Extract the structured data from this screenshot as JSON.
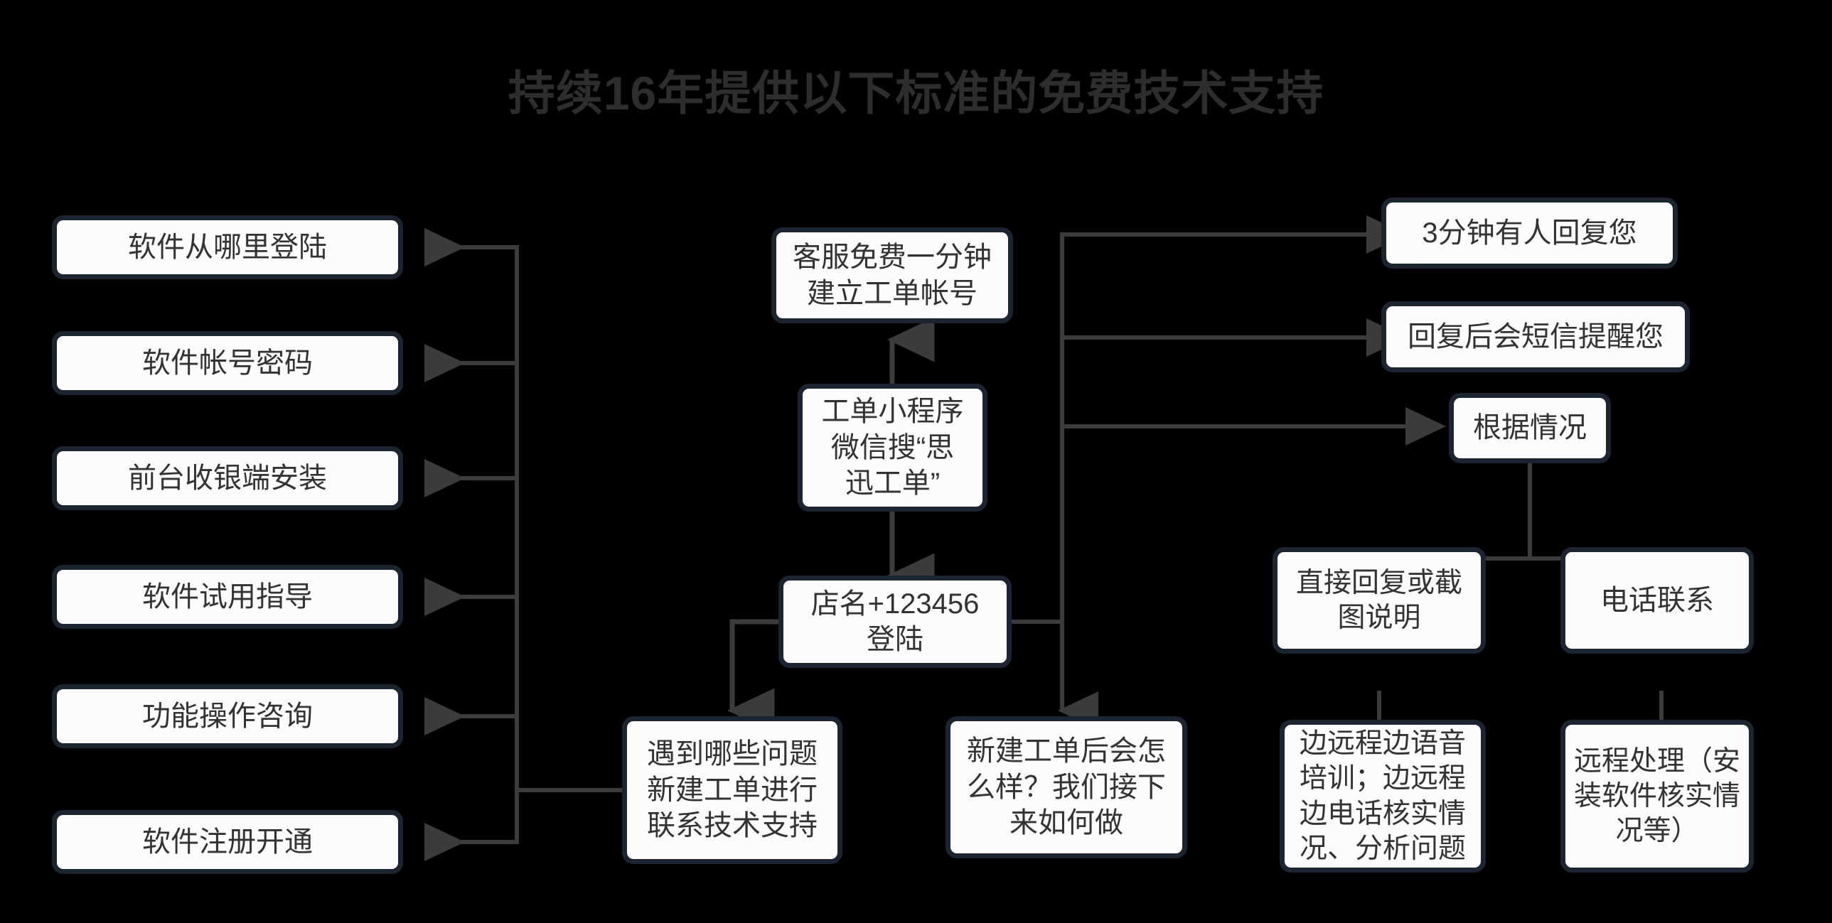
{
  "page": {
    "title": "持续16年提供以下标准的免费技术支持",
    "background_color": "#000000",
    "title_color": "#2d2d2d",
    "node_fill": "#fcfcfc",
    "node_border": "#1c2431",
    "node_text_color": "#333333",
    "edge_color": "#3b3b3b"
  },
  "diagram": {
    "type": "flowchart",
    "left_column": {
      "name": "support-topics",
      "items": [
        {
          "id": "topic-login-location",
          "label": "软件从哪里登陆"
        },
        {
          "id": "topic-account-password",
          "label": "软件帐号密码"
        },
        {
          "id": "topic-pos-install",
          "label": "前台收银端安装"
        },
        {
          "id": "topic-trial-guide",
          "label": "软件试用指导"
        },
        {
          "id": "topic-feature-consult",
          "label": "功能操作咨询"
        },
        {
          "id": "topic-register-activate",
          "label": "软件注册开通"
        }
      ]
    },
    "center_column": {
      "name": "ticket-flow",
      "items": [
        {
          "id": "node-create-account",
          "label": "客服免费一分钟\n建立工单帐号"
        },
        {
          "id": "node-miniprogram",
          "label": "工单小程序\n微信搜“思\n迅工单”"
        },
        {
          "id": "node-login-credentials",
          "label": "店名+123456\n登陆"
        },
        {
          "id": "node-problems",
          "label": "遇到哪些问题\n新建工单进行\n联系技术支持"
        },
        {
          "id": "node-after-ticket",
          "label": "新建工单后会怎\n么样？我们接下\n来如何做"
        }
      ]
    },
    "right_column": {
      "name": "response-flow",
      "items": [
        {
          "id": "node-reply-3min",
          "label": "3分钟有人回复您"
        },
        {
          "id": "node-sms-notify",
          "label": "回复后会短信提醒您"
        },
        {
          "id": "node-by-situation",
          "label": "根据情况"
        },
        {
          "id": "node-direct-reply",
          "label": "直接回复或截\n图说明"
        },
        {
          "id": "node-phone-contact",
          "label": "电话联系"
        },
        {
          "id": "node-remote-voice-training",
          "label": "边远程边语音\n培训；边远程\n边电话核实情\n况、分析问题"
        },
        {
          "id": "node-remote-handling",
          "label": "远程处理（安\n装软件核实情\n况等）"
        }
      ]
    },
    "edges": [
      {
        "from": "node-problems",
        "to": "topic-login-location",
        "arrow": "left"
      },
      {
        "from": "node-problems",
        "to": "topic-account-password",
        "arrow": "left"
      },
      {
        "from": "node-problems",
        "to": "topic-pos-install",
        "arrow": "left"
      },
      {
        "from": "node-problems",
        "to": "topic-trial-guide",
        "arrow": "left"
      },
      {
        "from": "node-problems",
        "to": "topic-feature-consult",
        "arrow": "left"
      },
      {
        "from": "node-problems",
        "to": "topic-register-activate",
        "arrow": "left"
      },
      {
        "from": "node-miniprogram",
        "to": "node-create-account",
        "arrow": "up"
      },
      {
        "from": "node-miniprogram",
        "to": "node-login-credentials",
        "arrow": "down"
      },
      {
        "from": "node-login-credentials",
        "to": "node-problems",
        "arrow": "down"
      },
      {
        "from": "node-login-credentials",
        "to": "node-after-ticket",
        "arrow": "down"
      },
      {
        "from": "node-login-credentials",
        "to": "node-reply-3min",
        "arrow": "right"
      },
      {
        "from": "node-login-credentials",
        "to": "node-sms-notify",
        "arrow": "right"
      },
      {
        "from": "node-login-credentials",
        "to": "node-by-situation",
        "arrow": "right"
      },
      {
        "from": "node-by-situation",
        "to": "node-direct-reply",
        "arrow": "down"
      },
      {
        "from": "node-by-situation",
        "to": "node-phone-contact",
        "arrow": "down"
      },
      {
        "from": "node-direct-reply",
        "to": "node-remote-voice-training",
        "arrow": "down"
      },
      {
        "from": "node-phone-contact",
        "to": "node-remote-handling",
        "arrow": "down"
      }
    ]
  }
}
